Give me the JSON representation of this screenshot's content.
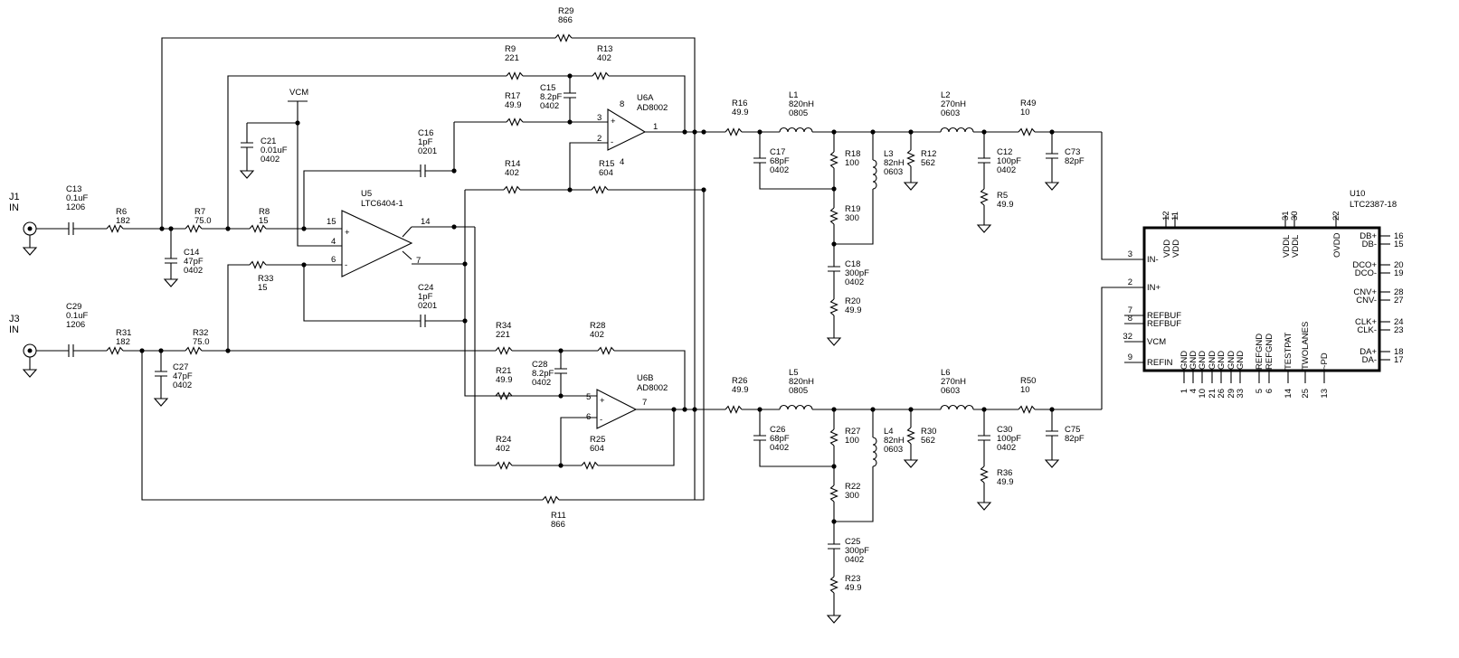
{
  "connectors": [
    {
      "ref": "J1",
      "label": "IN"
    },
    {
      "ref": "J3",
      "label": "IN"
    }
  ],
  "net_labels": {
    "vcm": "VCM"
  },
  "components": [
    {
      "ref": "R29",
      "value": "866"
    },
    {
      "ref": "R9",
      "value": "221"
    },
    {
      "ref": "R13",
      "value": "402"
    },
    {
      "ref": "C15",
      "value": "8.2pF",
      "pkg": "0402"
    },
    {
      "ref": "R17",
      "value": "49.9"
    },
    {
      "ref": "R14",
      "value": "402"
    },
    {
      "ref": "R15",
      "value": "604"
    },
    {
      "ref": "C16",
      "value": "1pF",
      "pkg": "0201"
    },
    {
      "ref": "C21",
      "value": "0.01uF",
      "pkg": "0402"
    },
    {
      "ref": "C13",
      "value": "0.1uF",
      "pkg": "1206"
    },
    {
      "ref": "R6",
      "value": "182"
    },
    {
      "ref": "R7",
      "value": "75.0"
    },
    {
      "ref": "R8",
      "value": "15"
    },
    {
      "ref": "C14",
      "value": "47pF",
      "pkg": "0402"
    },
    {
      "ref": "R33",
      "value": "15"
    },
    {
      "ref": "C24",
      "value": "1pF",
      "pkg": "0201"
    },
    {
      "ref": "C29",
      "value": "0.1uF",
      "pkg": "1206"
    },
    {
      "ref": "R31",
      "value": "182"
    },
    {
      "ref": "R32",
      "value": "75.0"
    },
    {
      "ref": "C27",
      "value": "47pF",
      "pkg": "0402"
    },
    {
      "ref": "R34",
      "value": "221"
    },
    {
      "ref": "R28",
      "value": "402"
    },
    {
      "ref": "C28",
      "value": "8.2pF",
      "pkg": "0402"
    },
    {
      "ref": "R21",
      "value": "49.9"
    },
    {
      "ref": "R24",
      "value": "402"
    },
    {
      "ref": "R25",
      "value": "604"
    },
    {
      "ref": "R11",
      "value": "866"
    },
    {
      "ref": "R16",
      "value": "49.9"
    },
    {
      "ref": "L1",
      "value": "820nH",
      "pkg": "0805"
    },
    {
      "ref": "C17",
      "value": "68pF",
      "pkg": "0402"
    },
    {
      "ref": "R18",
      "value": "100"
    },
    {
      "ref": "L3",
      "value": "82nH",
      "pkg": "0603"
    },
    {
      "ref": "R12",
      "value": "562"
    },
    {
      "ref": "R19",
      "value": "300"
    },
    {
      "ref": "C18",
      "value": "300pF",
      "pkg": "0402"
    },
    {
      "ref": "R20",
      "value": "49.9"
    },
    {
      "ref": "L2",
      "value": "270nH",
      "pkg": "0603"
    },
    {
      "ref": "C12",
      "value": "100pF",
      "pkg": "0402"
    },
    {
      "ref": "R5",
      "value": "49.9"
    },
    {
      "ref": "R49",
      "value": "10"
    },
    {
      "ref": "C73",
      "value": "82pF"
    },
    {
      "ref": "R26",
      "value": "49.9"
    },
    {
      "ref": "L5",
      "value": "820nH",
      "pkg": "0805"
    },
    {
      "ref": "C26",
      "value": "68pF",
      "pkg": "0402"
    },
    {
      "ref": "R27",
      "value": "100"
    },
    {
      "ref": "L4",
      "value": "82nH",
      "pkg": "0603"
    },
    {
      "ref": "R30",
      "value": "562"
    },
    {
      "ref": "R22",
      "value": "300"
    },
    {
      "ref": "C25",
      "value": "300pF",
      "pkg": "0402"
    },
    {
      "ref": "R23",
      "value": "49.9"
    },
    {
      "ref": "L6",
      "value": "270nH",
      "pkg": "0603"
    },
    {
      "ref": "C30",
      "value": "100pF",
      "pkg": "0402"
    },
    {
      "ref": "R36",
      "value": "49.9"
    },
    {
      "ref": "R50",
      "value": "10"
    },
    {
      "ref": "C75",
      "value": "82pF"
    }
  ],
  "amplifiers": {
    "u5": {
      "ref": "U5",
      "part": "LTC6404-1",
      "pins": [
        "15",
        "4",
        "14",
        "6",
        "7"
      ]
    },
    "u6a": {
      "ref": "U6A",
      "part": "AD8002",
      "pins": [
        "3",
        "2",
        "1",
        "8",
        "4"
      ]
    },
    "u6b": {
      "ref": "U6B",
      "part": "AD8002",
      "pins": [
        "5",
        "6",
        "7"
      ]
    }
  },
  "adc": {
    "ref": "U10",
    "part": "LTC2387-18",
    "left_pins": [
      {
        "num": "3",
        "name": "IN-"
      },
      {
        "num": "2",
        "name": "IN+"
      },
      {
        "num": "7",
        "name": "REFBUF"
      },
      {
        "num": "8",
        "name": "REFBUF"
      },
      {
        "num": "32",
        "name": "VCM"
      },
      {
        "num": "9",
        "name": "REFIN"
      }
    ],
    "top_pins": [
      {
        "num": "12",
        "name": "VDD"
      },
      {
        "num": "11",
        "name": "VDD"
      },
      {
        "num": "31",
        "name": "VDDL"
      },
      {
        "num": "30",
        "name": "VDDL"
      },
      {
        "num": "22",
        "name": "OVDD"
      }
    ],
    "right_pins": [
      {
        "num": "16",
        "name": "DB+"
      },
      {
        "num": "15",
        "name": "DB-"
      },
      {
        "num": "20",
        "name": "DCO+"
      },
      {
        "num": "19",
        "name": "DCO-"
      },
      {
        "num": "28",
        "name": "CNV+"
      },
      {
        "num": "27",
        "name": "CNV-"
      },
      {
        "num": "24",
        "name": "CLK+"
      },
      {
        "num": "23",
        "name": "CLK-"
      },
      {
        "num": "18",
        "name": "DA+"
      },
      {
        "num": "17",
        "name": "DA-"
      }
    ],
    "bottom_pins": [
      {
        "num": "1",
        "name": "GND"
      },
      {
        "num": "4",
        "name": "GND"
      },
      {
        "num": "10",
        "name": "GND"
      },
      {
        "num": "21",
        "name": "GND"
      },
      {
        "num": "26",
        "name": "GND"
      },
      {
        "num": "29",
        "name": "GND"
      },
      {
        "num": "33",
        "name": "GND"
      },
      {
        "num": "5",
        "name": "REFGND"
      },
      {
        "num": "6",
        "name": "REFGND"
      },
      {
        "num": "14",
        "name": "TESTPAT"
      },
      {
        "num": "25",
        "name": "TWOLANES"
      },
      {
        "num": "13",
        "name": "~PD"
      }
    ]
  }
}
